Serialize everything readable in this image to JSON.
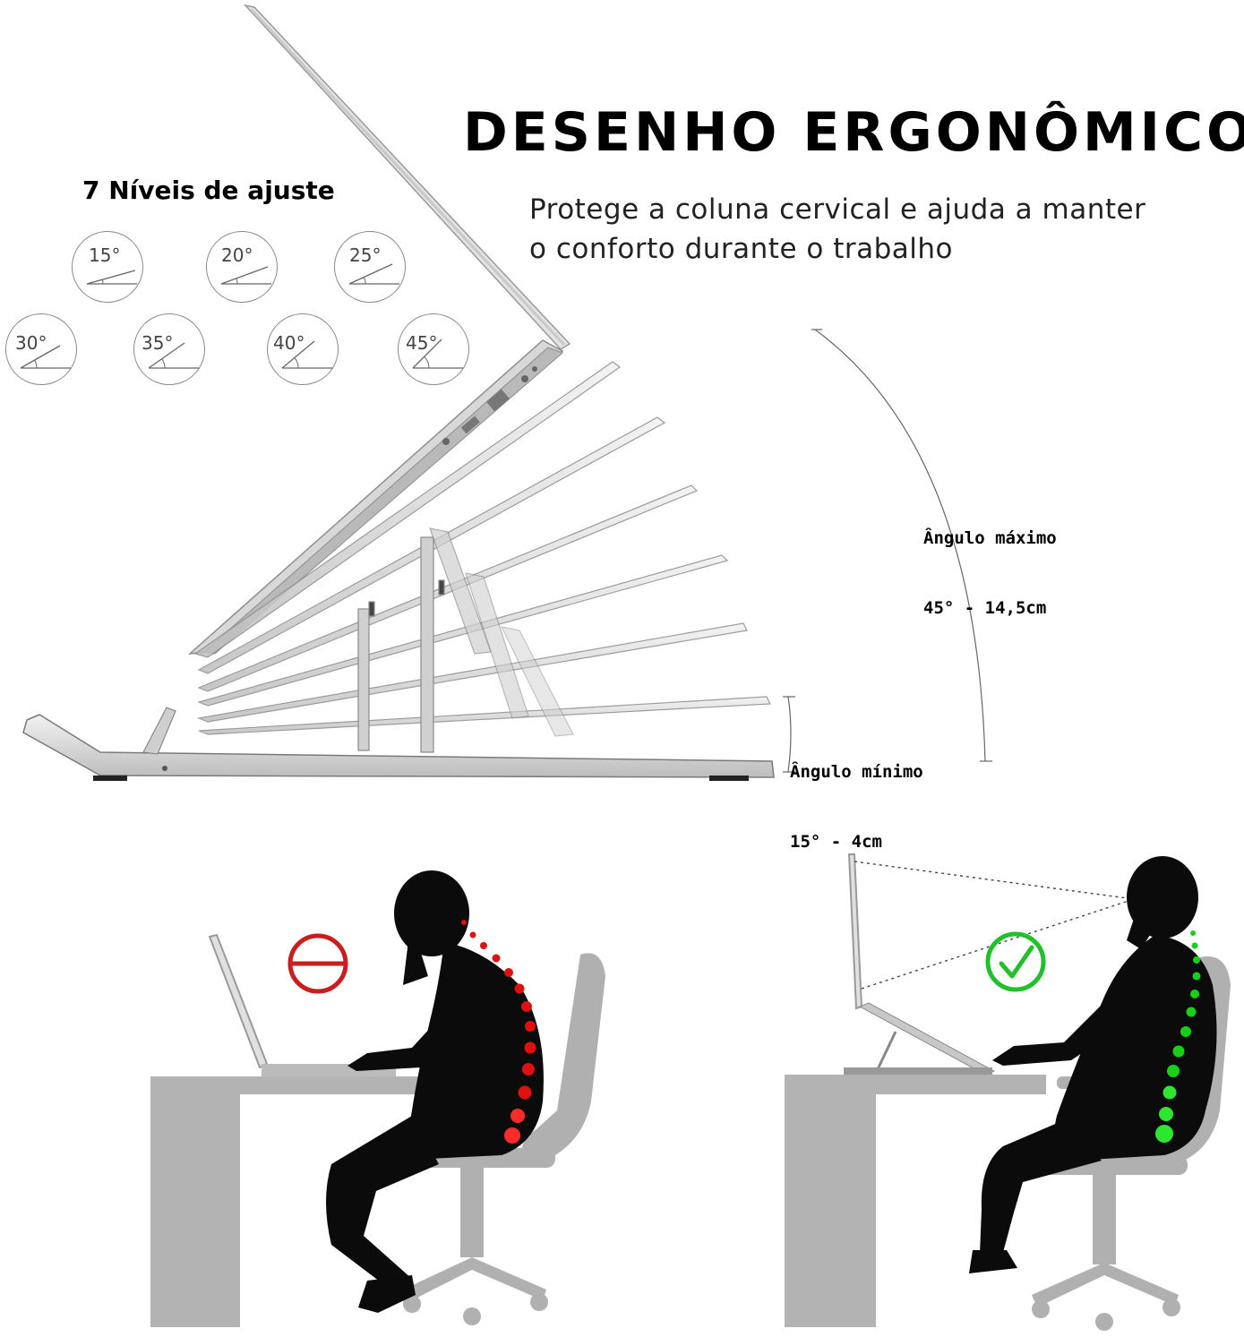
{
  "heading": {
    "title": "DESENHO ERGONÔMICO",
    "subtitle_line1": "Protege a coluna cervical e ajuda a manter",
    "subtitle_line2": "o conforto durante o trabalho"
  },
  "levels": {
    "title": "7 Níveis de ajuste",
    "angles": [
      "15°",
      "20°",
      "25°",
      "30°",
      "35°",
      "40°",
      "45°"
    ]
  },
  "measurements": {
    "max_label": "Ângulo máximo",
    "max_value": "45° - 14,5cm",
    "min_label": "Ângulo mínimo",
    "min_value": "15° - 4cm"
  },
  "posture": {
    "bad_icon": "no-entry-icon",
    "good_icon": "checkmark-icon",
    "bad_color": "#c81e1e",
    "good_color": "#22c02a",
    "spine_bad_color": "#e01010",
    "spine_good_color": "#18d018"
  }
}
